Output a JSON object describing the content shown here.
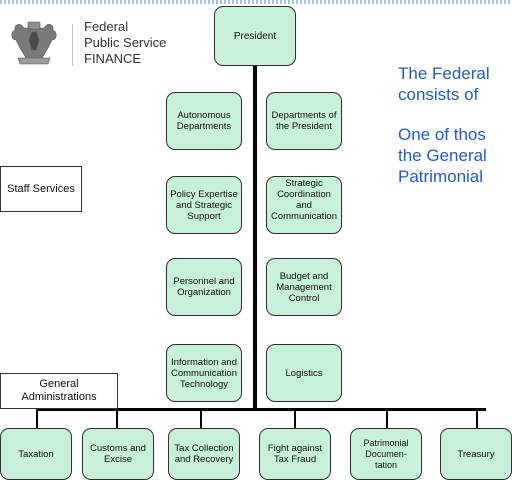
{
  "header": {
    "org_line1": "Federal",
    "org_line2": "Public Service",
    "org_line3": "FINANCE"
  },
  "top": {
    "president": "President"
  },
  "staff": {
    "label": "Staff Services",
    "autonomous": "Autonomous Departments",
    "departments_president": "Departments of the President",
    "policy": "Policy Expertise and Strategic Support",
    "strategic": "Strategic Coordination and Communication",
    "personnel": "Personnel and Organization",
    "budget": "Budget and Management Control",
    "ict": "Information and Communication Technology",
    "logistics": "Logistics"
  },
  "general": {
    "label": "General Administrations",
    "items": [
      "Taxation",
      "Customs and Excise",
      "Tax Collection and Recovery",
      "Fight against Tax Fraud",
      "Patrimonial Documen- tation",
      "Treasury"
    ]
  },
  "text": {
    "line1": "The Federal",
    "line2": "consists of",
    "line3": "One of thos",
    "line4": "the General",
    "line5": "Patrimonial"
  }
}
